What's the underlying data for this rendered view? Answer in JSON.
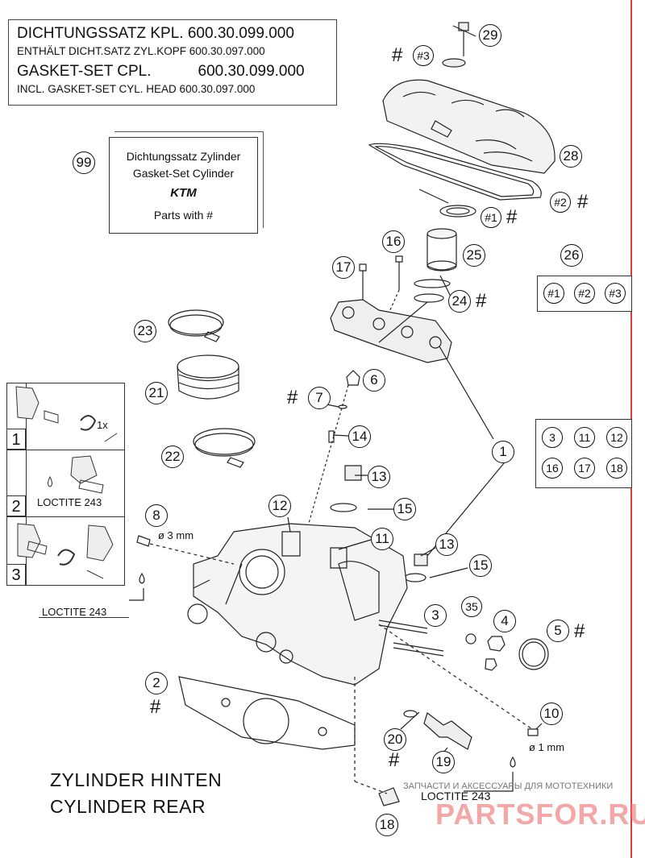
{
  "header": {
    "line1": "DICHTUNGSSATZ KPL. 600.30.099.000",
    "line2": "ENTHÄLT DICHT.SATZ ZYL.KOPF 600.30.097.000",
    "line3": "GASKET-SET CPL.           600.30.099.000",
    "line4": "INCL. GASKET-SET CYL. HEAD 600.30.097.000"
  },
  "kit": {
    "number": "99",
    "line1": "Dichtungssatz Zylinder",
    "line2": "Gasket-Set Cylinder",
    "brand": "KTM",
    "parts_with": "Parts with #"
  },
  "hash_symbol": "#",
  "callouts": {
    "c29": "29",
    "c3h": "#3",
    "c28": "28",
    "c2h": "#2",
    "c1h": "#1",
    "c16": "16",
    "c17": "17",
    "c25": "25",
    "c26": "26",
    "c24": "24",
    "c23": "23",
    "c21": "21",
    "c22": "22",
    "c6": "6",
    "c7": "7",
    "c14": "14",
    "c1": "1",
    "c13a": "13",
    "c15a": "15",
    "c12": "12",
    "c11": "11",
    "c8": "8",
    "c13b": "13",
    "c15b": "15",
    "c3": "3",
    "c35": "35",
    "c4": "4",
    "c5": "5",
    "c2": "2",
    "c10": "10",
    "c20": "20",
    "c19": "19",
    "c18": "18"
  },
  "group26": [
    "#1",
    "#2",
    "#3"
  ],
  "group1": [
    "3",
    "11",
    "12",
    "16",
    "17",
    "18"
  ],
  "steps": {
    "s1": "1",
    "s1_label": "1x",
    "s2": "2",
    "s2_label": "LOCTITE 243",
    "s3": "3"
  },
  "labels": {
    "dia3": "ø 3 mm",
    "dia1": "ø 1 mm",
    "loctite_left": "LOCTITE 243",
    "loctite_bottom": "LOCTITE 243"
  },
  "title": {
    "line1": "ZYLINDER HINTEN",
    "line2": "CYLINDER REAR"
  },
  "watermark": {
    "line1": "ЗАПЧАСТИ И АКСЕССУАРЫ ДЛЯ МОТОТЕХНИКИ",
    "line2": "PARTSFOR.RU"
  }
}
